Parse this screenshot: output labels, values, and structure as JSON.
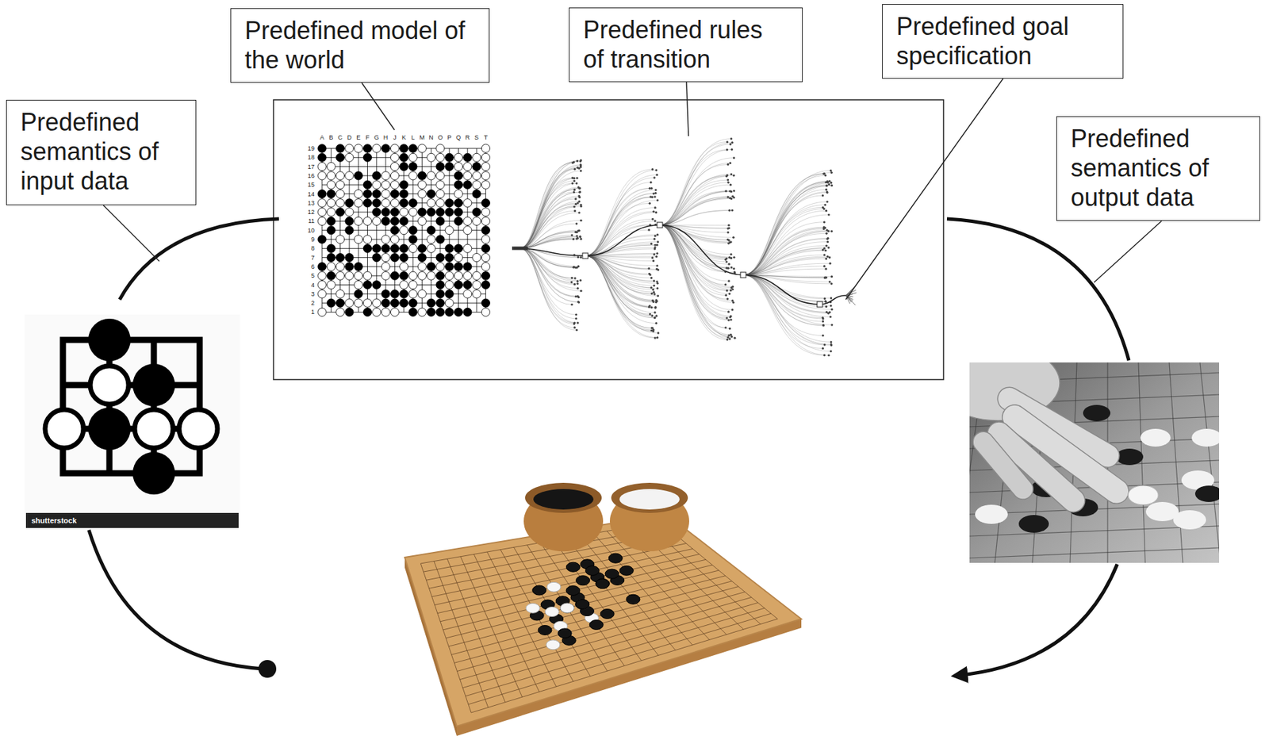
{
  "diagram": {
    "nodes": [
      {
        "text": [
          "Predefined semantics of input data"
        ]
      },
      {
        "text": [
          "Predefined model of the world"
        ]
      },
      {
        "text": [
          "Predefined rules of transition"
        ]
      },
      {
        "text": [
          "Predefined goal specification"
        ]
      },
      {
        "text": [
          "Predefined semantics of output data"
        ]
      }
    ],
    "labels": [
      "A",
      "B",
      "C",
      "D",
      "E",
      "F",
      "G",
      "H",
      "J",
      "K",
      "L",
      "M",
      "N",
      "O",
      "P",
      "Q",
      "R",
      "S",
      "T",
      "19",
      "18",
      "17",
      "16",
      "15",
      "14",
      "13",
      "12",
      "11",
      "10",
      "9",
      "8",
      "7",
      "6",
      "5",
      "4",
      "3",
      "2",
      "1",
      "shutterstock"
    ]
  }
}
